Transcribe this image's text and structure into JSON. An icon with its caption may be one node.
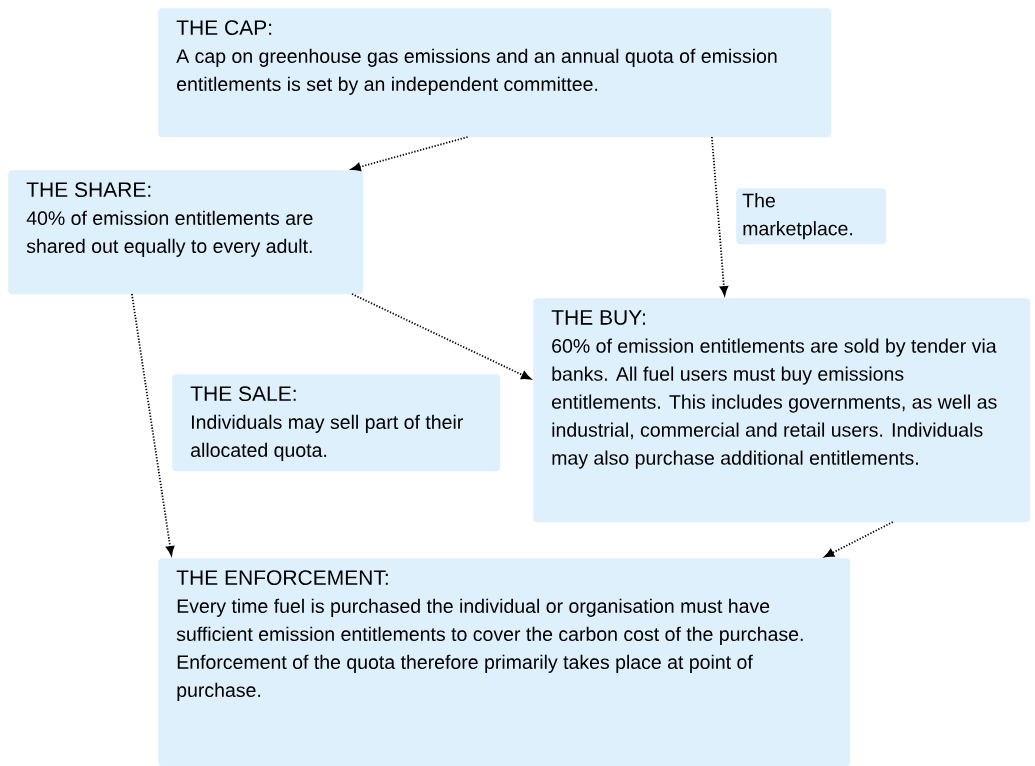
{
  "diagram": {
    "nodes": [
      {
        "text": [
          "THE CAP:",
          "A cap on greenhouse gas emissions and an annual quota of emission entitlements is set by an independent committee."
        ]
      },
      {
        "text": [
          "THE SHARE:",
          "40% of emission entitlements are shared out equally to every adult."
        ]
      },
      {
        "text": [
          "The marketplace."
        ]
      },
      {
        "text": [
          "THE BUY:",
          "60% of emission entitlements are sold by tender via banks. All fuel users must buy emissions entitlements. This includes governments, as well as industrial, commercial and retail users. Individuals may also purchase additional entitlements."
        ]
      },
      {
        "text": [
          "THE SALE:",
          "Individuals may sell part of their allocated quota."
        ]
      },
      {
        "text": [
          "THE ENFORCEMENT:",
          "Every time fuel is purchased the individual or organisation must have sufficient emission entitlements to cover the carbon cost of the purchase. Enforcement of the quota therefore primarily takes place at point of purchase."
        ]
      }
    ],
    "edges": [
      {
        "from": 0,
        "to": 1,
        "arrow": "to",
        "style": "dashed"
      },
      {
        "from": 0,
        "to": 3,
        "arrow": "to",
        "style": "dashed"
      },
      {
        "from": 1,
        "to": 3,
        "arrow": "to",
        "style": "dashed"
      },
      {
        "from": 1,
        "to": 5,
        "arrow": "to",
        "style": "dashed"
      },
      {
        "from": 3,
        "to": 5,
        "arrow": "to",
        "style": "dashed"
      }
    ]
  }
}
